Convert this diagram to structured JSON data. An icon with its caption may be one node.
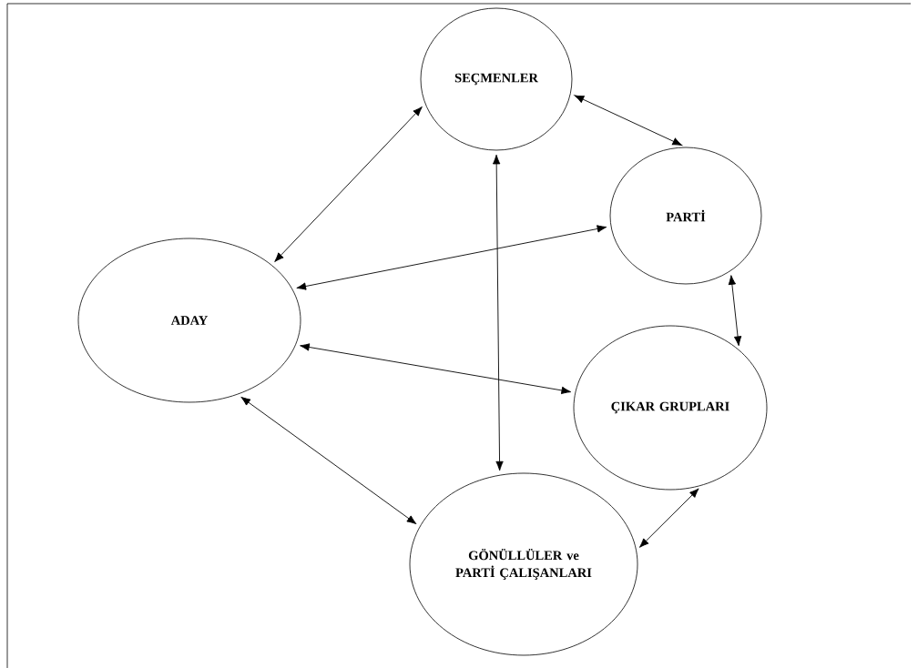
{
  "diagram": {
    "nodes": [
      {
        "text": [
          "SEÇMENLER"
        ]
      },
      {
        "text": [
          "PARTİ"
        ]
      },
      {
        "text": [
          "ADAY"
        ]
      },
      {
        "text": [
          "ÇIKAR GRUPLARI"
        ]
      },
      {
        "text": [
          "GÖNÜLLÜLER ve PARTİ ÇALIŞANLARI"
        ]
      }
    ],
    "edges": [
      {
        "from": 2,
        "to": 0,
        "arrow": "both"
      },
      {
        "from": 0,
        "to": 1,
        "arrow": "both"
      },
      {
        "from": 2,
        "to": 1,
        "arrow": "both"
      },
      {
        "from": 0,
        "to": 4,
        "arrow": "both"
      },
      {
        "from": 1,
        "to": 3,
        "arrow": "both"
      },
      {
        "from": 2,
        "to": 3,
        "arrow": "both"
      },
      {
        "from": 2,
        "to": 4,
        "arrow": "both"
      },
      {
        "from": 3,
        "to": 4,
        "arrow": "both"
      }
    ]
  }
}
